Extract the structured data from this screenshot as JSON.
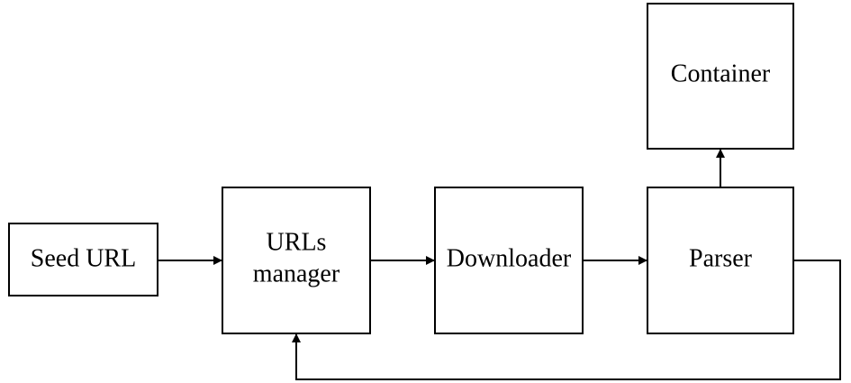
{
  "nodes": {
    "seed_url": {
      "label": "Seed URL"
    },
    "urls_manager": {
      "label_line1": "URLs",
      "label_line2": "manager"
    },
    "downloader": {
      "label": "Downloader"
    },
    "parser": {
      "label": "Parser"
    },
    "container": {
      "label": "Container"
    }
  },
  "colors": {
    "stroke": "#000000",
    "background": "#ffffff"
  }
}
